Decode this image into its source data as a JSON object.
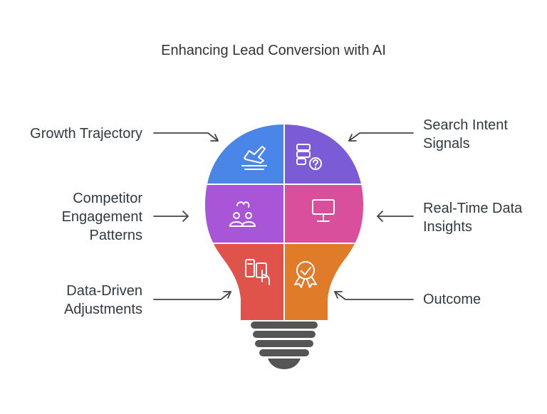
{
  "title": "Enhancing Lead Conversion with AI",
  "items": [
    {
      "lines": [
        "Growth Trajectory"
      ],
      "color": "#4a86e8",
      "icon": "airplane-landing-icon"
    },
    {
      "lines": [
        "Search Intent",
        "Signals"
      ],
      "color": "#7b5cd6",
      "icon": "server-question-icon"
    },
    {
      "lines": [
        "Competitor",
        "Engagement",
        "Patterns"
      ],
      "color": "#a855d8",
      "icon": "users-connection-icon"
    },
    {
      "lines": [
        "Real-Time Data",
        "Insights"
      ],
      "color": "#d94f9c",
      "icon": "monitor-icon"
    },
    {
      "lines": [
        "Data-Driven",
        "Adjustments"
      ],
      "color": "#e0534a",
      "icon": "devices-touch-icon"
    },
    {
      "lines": [
        "Outcome"
      ],
      "color": "#e07b2a",
      "icon": "award-badge-icon"
    }
  ],
  "bulb_base_color": "#555555",
  "arrow_color": "#444444"
}
